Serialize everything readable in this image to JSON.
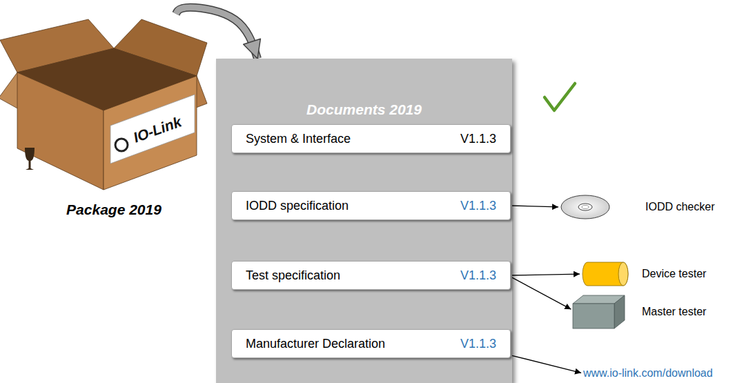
{
  "diagram": {
    "nodes": [
      {
        "text": [
          "Package 2019"
        ]
      },
      {
        "text": [
          "Documents 2019"
        ]
      },
      {
        "text": [
          "System & Interface",
          "V1.1.3"
        ],
        "in": 1
      },
      {
        "text": [
          "IODD specification",
          "V1.1.3"
        ],
        "in": 1
      },
      {
        "text": [
          "Test specification",
          "V1.1.3"
        ],
        "in": 1
      },
      {
        "text": [
          "Manufacturer Declaration",
          "V1.1.3"
        ],
        "in": 1
      },
      {
        "text": [
          "IODD checker"
        ]
      },
      {
        "text": [
          "Device tester"
        ]
      },
      {
        "text": [
          "Master tester"
        ]
      },
      {
        "text": [
          "www.io-link.com/download"
        ]
      }
    ],
    "edges": [
      {
        "from": 0,
        "to": 1,
        "arrow": "to"
      },
      {
        "from": 3,
        "to": 6,
        "arrow": "to"
      },
      {
        "from": 4,
        "to": 7,
        "arrow": "to"
      },
      {
        "from": 4,
        "to": 8,
        "arrow": "to"
      },
      {
        "from": 5,
        "to": 9,
        "arrow": "to"
      }
    ],
    "labels": [
      "IO-Link"
    ]
  }
}
